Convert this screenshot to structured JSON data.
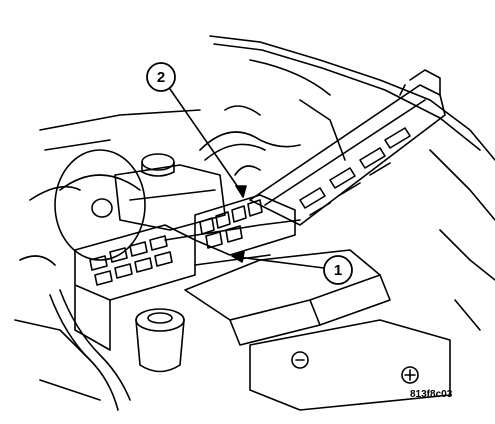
{
  "callouts": [
    {
      "label": "1"
    },
    {
      "label": "2"
    }
  ],
  "figure_id": "813f8c03",
  "colors": {
    "line": "#000000",
    "background": "#ffffff"
  }
}
